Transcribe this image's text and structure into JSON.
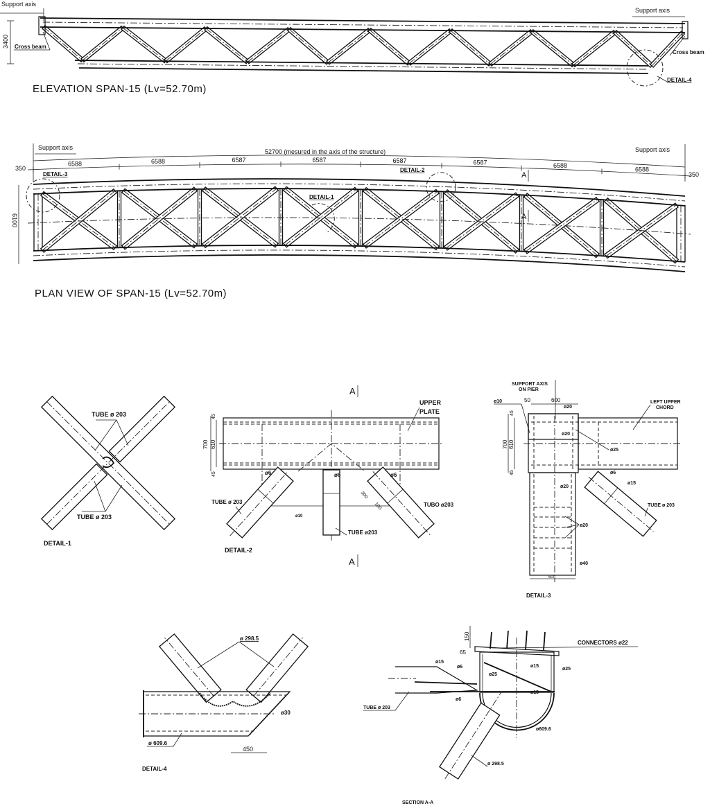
{
  "elevation": {
    "support_axis_left": "Support axis",
    "support_axis_right": "Support axis",
    "cross_beam_left": "Cross beam",
    "cross_beam_right": "Cross beam",
    "height_dim": "3400",
    "detail4_ref": "DETAIL-4",
    "title": "ELEVATION SPAN-15 (Lv=52.70m)"
  },
  "plan": {
    "support_axis_left": "Support axis",
    "support_axis_right": "Support axis",
    "total_dim": "52700 (mesured in the axis of the structure)",
    "panel_dims": [
      "6588",
      "6588",
      "6587",
      "6587",
      "6587",
      "6587",
      "6588",
      "6588"
    ],
    "end_dim_left": "350",
    "end_dim_right": "350",
    "detail3_ref": "DETAIL-3",
    "detail2_ref": "DETAIL-2",
    "detail1_ref": "DETAIL-1",
    "section_mark_top": "A",
    "section_mark_bottom": "A",
    "width_dim": "6100",
    "title": "PLAN VIEW OF SPAN-15 (Lv=52.70m)"
  },
  "detail1": {
    "tube_top": "TUBE ø 203",
    "tube_bottom": "TUBE ø 203",
    "title": "DETAIL-1"
  },
  "detail2": {
    "section_top": "A",
    "section_bottom": "A",
    "upper": "UPPER",
    "plate": "PLATE",
    "dim_700": "700",
    "dim_610": "610",
    "dim_45_top": "45",
    "dim_45_bottom": "45",
    "weld_left": "ø6",
    "weld_mid": "ø6",
    "weld_right": "ø6",
    "tube_left": "TUBE ø 203",
    "tube_right": "TUBO ø203",
    "tube_mid": "TUBE ø203",
    "dim_300": "300",
    "dim_100": "100",
    "plate_left": "ø10",
    "title": "DETAIL-2"
  },
  "detail3": {
    "support_axis": "SUPPORT AXIS",
    "on_pier": "ON PIER",
    "plate_10": "ø10",
    "dim_50": "50",
    "dim_600_top": "600",
    "plate_20_top": "ø20",
    "left_upper": "LEFT UPPER",
    "chord": "CHORD",
    "dim_45_top": "45",
    "dim_700": "700",
    "dim_610": "610",
    "dim_45_bottom": "45",
    "plate_20_a": "ø20",
    "plate_25": "ø25",
    "plate_20_b": "ø20",
    "weld_6": "ø6",
    "plate_15": "ø15",
    "tube": "TUBE ø 203",
    "plate_20_c": "ø20",
    "plate_40": "ø40",
    "dim_600_bottom": "600",
    "title": "DETAIL-3"
  },
  "detail4": {
    "tube_diag": "ø 298.5",
    "plate_30": "ø30",
    "chord": "ø 609.6",
    "dim_450": "450",
    "title": "DETAIL-4"
  },
  "section_aa": {
    "dim_150": "150",
    "dim_65": "65",
    "connectors": "CONNECTORS ø22",
    "fin_15": "ø15",
    "weld_6_top": "ø6",
    "web_25_left": "ø25",
    "diag_15": "ø15",
    "web_25_right": "ø25",
    "plate_15": "ø15",
    "weld_6_bottom": "ø6",
    "tube": "TUBE ø 203",
    "chord": "ø609.6",
    "tube_diag": "ø 298.5",
    "title": "SECTION A-A"
  }
}
